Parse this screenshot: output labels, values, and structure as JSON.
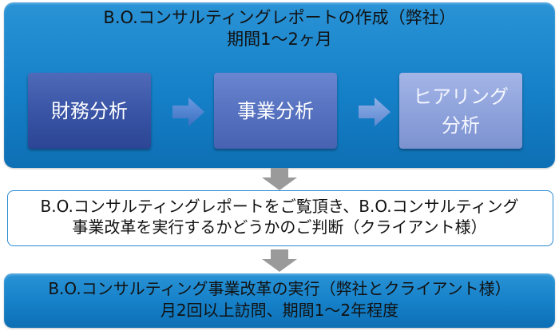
{
  "top_panel": {
    "title_line1": "B.O.コンサルティングレポートの作成（弊社）",
    "title_line2": "期間1～2ヶ月",
    "steps": [
      {
        "label": "財務分析"
      },
      {
        "label": "事業分析"
      },
      {
        "label_line1": "ヒアリング",
        "label_line2": "分析"
      }
    ]
  },
  "middle_panel": {
    "line1": "B.O.コンサルティングレポートをご覧頂き、B.O.コンサルティング",
    "line2": "事業改革を実行するかどうかのご判断（クライアント様）"
  },
  "bottom_panel": {
    "line1": "B.O.コンサルティング事業改革の実行（弊社とクライアント様）",
    "line2": "月2回以上訪問、期間1～2年程度"
  },
  "colors": {
    "panel_blue": "#1580c8",
    "step1": "#3a55a6",
    "step2": "#5672c0",
    "step3": "#8fa3dc",
    "arrow_blue": "#4a7fd0",
    "arrow_gray": "#9a9a9a"
  },
  "icons": {
    "horizontal_arrow": "right-arrow-icon",
    "vertical_arrow": "down-arrow-icon"
  }
}
